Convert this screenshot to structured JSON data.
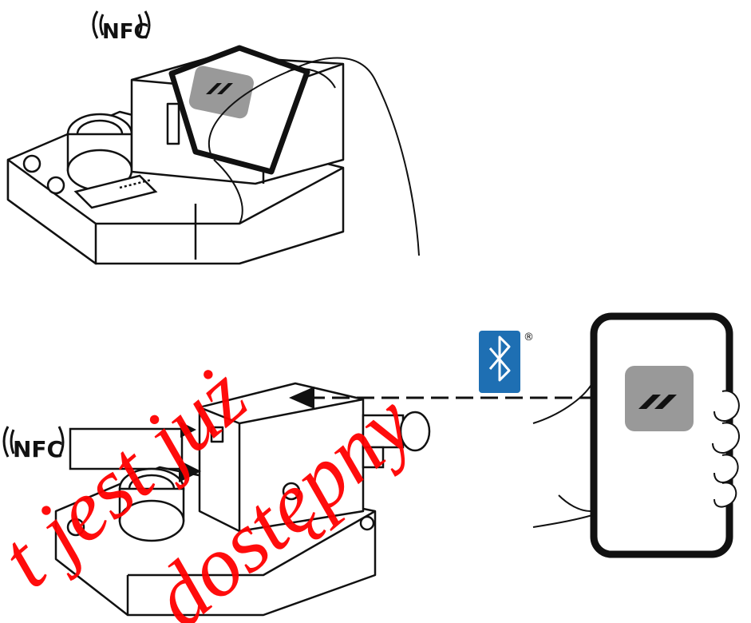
{
  "nfc_top": {
    "label": "NFC"
  },
  "nfc_bottom": {
    "label": "NFC"
  },
  "bluetooth": {
    "registered_mark": "®"
  },
  "watermark": {
    "line1": "t jest już",
    "line2": "dostępny"
  },
  "colors": {
    "bluetooth": "#1e6fb3",
    "watermark": "#ff0000",
    "screen_logo_bg": "#999999",
    "line": "#111111"
  },
  "icons": [
    "nfc-icon",
    "bluetooth-icon",
    "phone-logo-icon",
    "arrow-icon"
  ]
}
